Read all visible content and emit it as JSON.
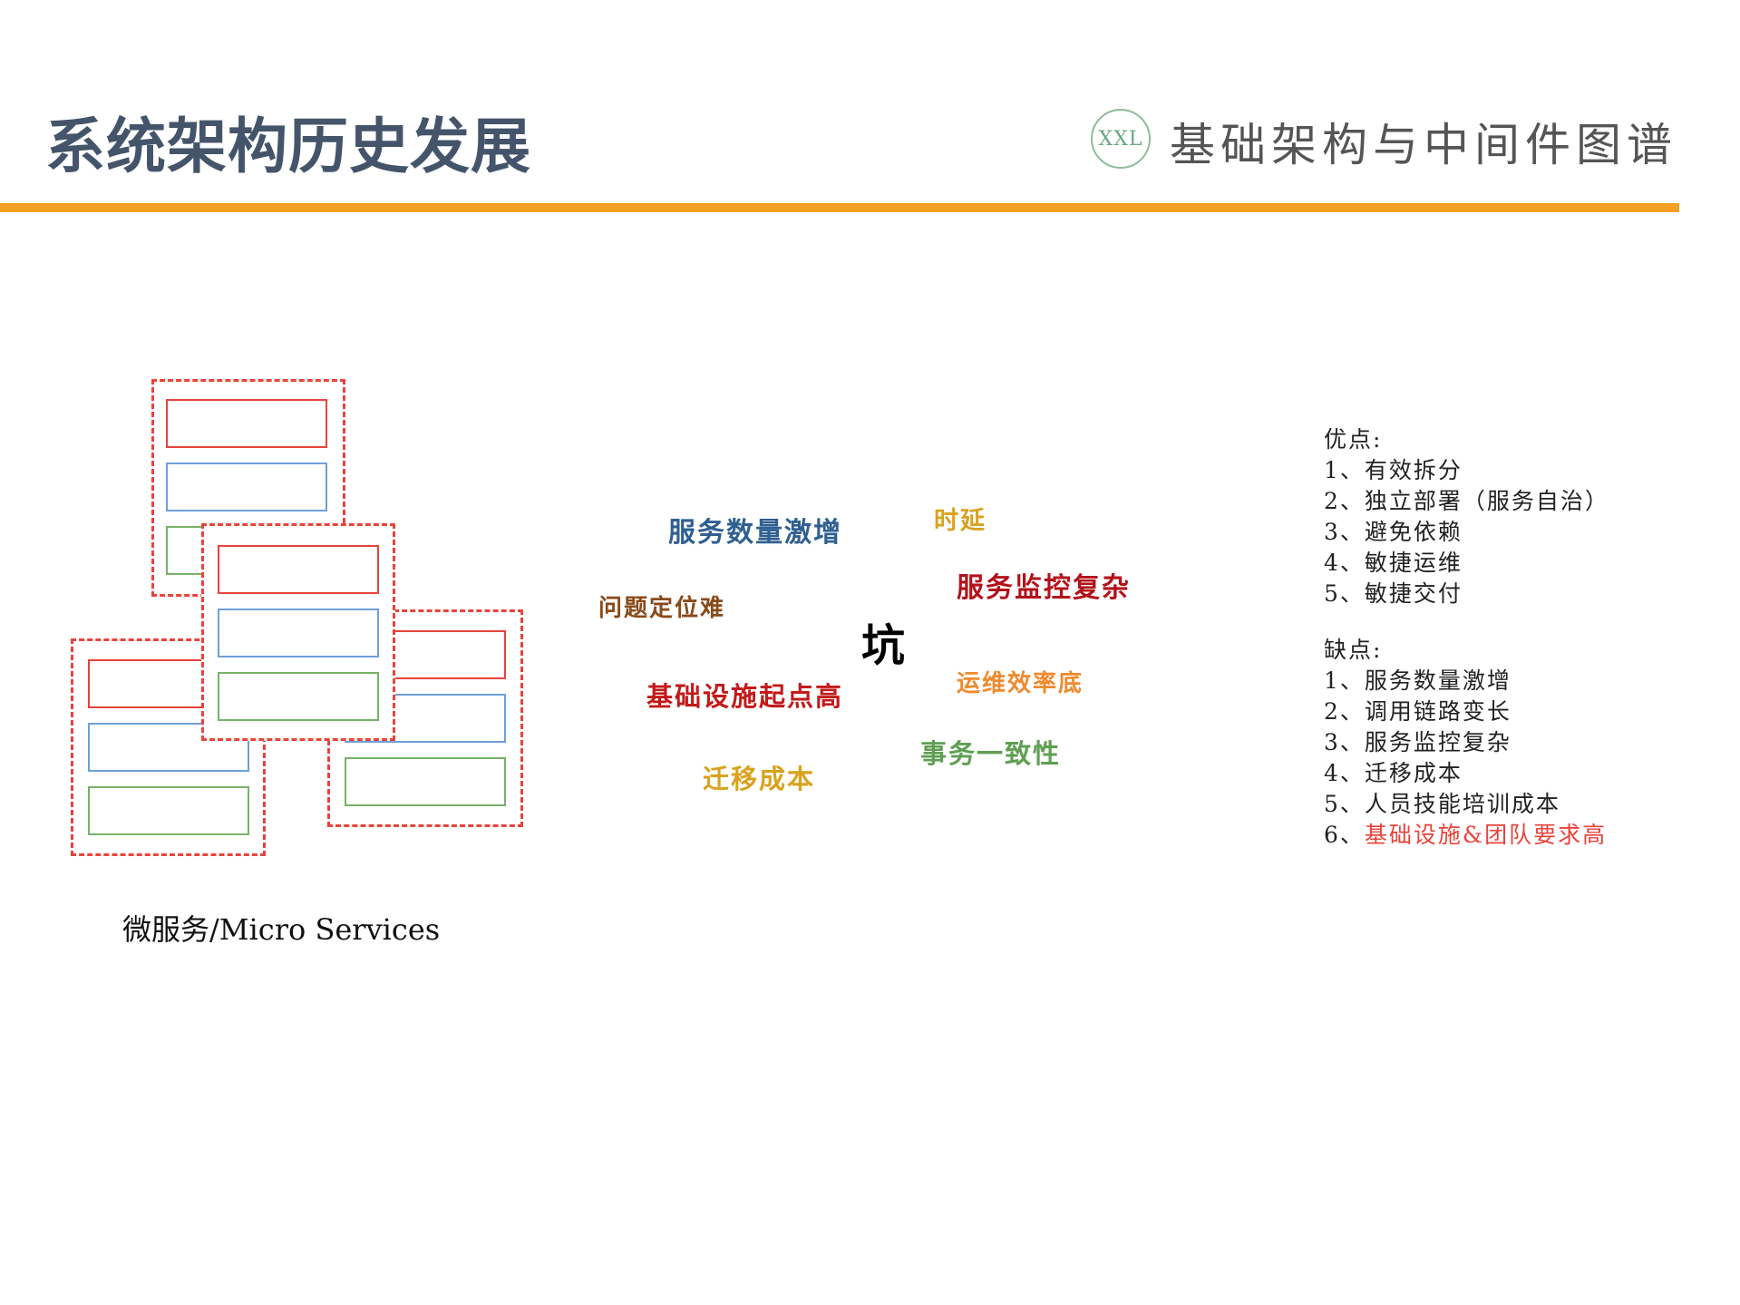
{
  "header": {
    "title": "系统架构历史发展",
    "logo_text": "XXL",
    "brand": "基础架构与中间件图谱"
  },
  "wordcloud": {
    "words": [
      {
        "text": "服务数量激增",
        "color": "#2f5f91"
      },
      {
        "text": "时延",
        "color": "#d9a21e"
      },
      {
        "text": "服务监控复杂",
        "color": "#b3121b"
      },
      {
        "text": "问题定位难",
        "color": "#8a4a1a"
      },
      {
        "text": "坑",
        "color": "#000000"
      },
      {
        "text": "运维效率底",
        "color": "#ef8a2e"
      },
      {
        "text": "基础设施起点高",
        "color": "#c31a1a"
      },
      {
        "text": "事务一致性",
        "color": "#5f9f52"
      },
      {
        "text": "迁移成本",
        "color": "#d9a21e"
      }
    ]
  },
  "caption": "微服务/Micro Services",
  "pros": {
    "heading": "优点:",
    "items": [
      "1、有效拆分",
      "2、独立部署（服务自治）",
      "3、避免依赖",
      "4、敏捷运维",
      "5、敏捷交付"
    ]
  },
  "cons": {
    "heading": "缺点:",
    "items": [
      "1、服务数量激增",
      "2、调用链路变长",
      "3、服务监控复杂",
      "4、迁移成本",
      "5、人员技能培训成本"
    ],
    "last_prefix": "6、",
    "last_text": "基础设施&团队要求高"
  },
  "colors": {
    "accent_bar": "#f4a024",
    "title": "#44546a",
    "frame": "#e8433b",
    "box_red": "#e8433b",
    "box_blue": "#6f9fd8",
    "box_green": "#77b26a",
    "highlight": "#e8433b"
  }
}
